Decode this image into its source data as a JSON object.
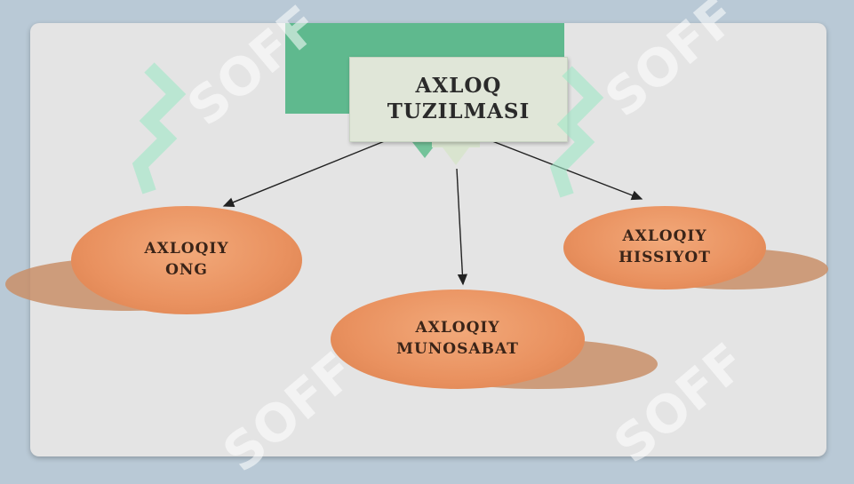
{
  "diagram": {
    "title_lines": [
      "AXLOQ",
      "TUZILMASI"
    ],
    "nodes": [
      {
        "id": "ong",
        "lines": [
          "AXLOQIY",
          "ONG"
        ]
      },
      {
        "id": "munosabat",
        "lines": [
          "AXLOQIY",
          "MUNOSABAT"
        ]
      },
      {
        "id": "hissiyot",
        "lines": [
          "AXLOQIY",
          "HISSIYOT"
        ]
      }
    ]
  },
  "watermark": {
    "text": "SOFF"
  },
  "colors": {
    "background": "#b9c9d6",
    "panel": "#e4e4e4",
    "green_block": "#5fb98e",
    "node_fill": "#e9915f",
    "watermark_mark": "#9ee8c6"
  }
}
